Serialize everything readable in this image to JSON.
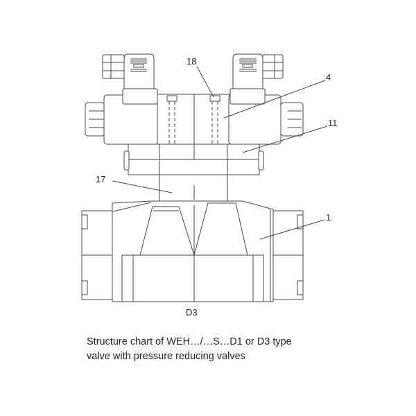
{
  "labels": {
    "l18": "18",
    "l4": "4",
    "l11": "11",
    "l17": "17",
    "l1": "1"
  },
  "variant": "D3",
  "caption": {
    "line1": "Structure chart of WEH…/…S…D1 or D3 type",
    "line2": "valve with pressure reducing valves"
  }
}
